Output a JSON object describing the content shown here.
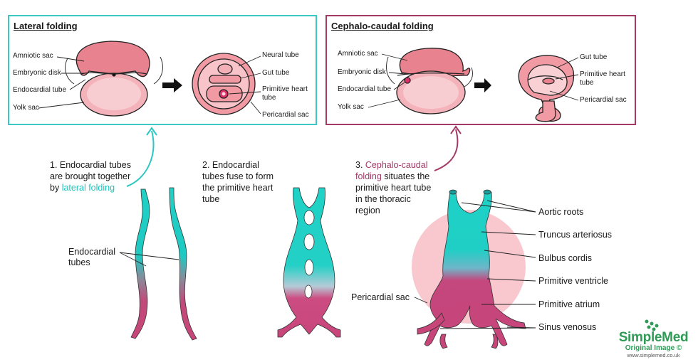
{
  "lateral": {
    "title": "Lateral folding",
    "labels": [
      "Amniotic sac",
      "Embryonic disk",
      "Endocardial tube",
      "Yolk sac"
    ],
    "right_labels": [
      "Neural tube",
      "Gut tube",
      "Primitive heart",
      "tube",
      "Pericardial sac"
    ]
  },
  "cephalo": {
    "title": "Cephalo-caudal folding",
    "labels": [
      "Amniotic sac",
      "Embryonic disk",
      "Endocardial tube",
      "Yolk sac"
    ],
    "right_labels": [
      "Gut tube",
      "Primitive heart",
      "tube",
      "Pericardial sac"
    ]
  },
  "steps": {
    "s1_line1": "1. Endocardial tubes",
    "s1_line2": "are brought together",
    "s1_prefix": "by ",
    "s1_highlight": "lateral folding",
    "s2_line1": "2. Endocardial",
    "s2_line2": "tubes fuse to form",
    "s2_line3": "the primitive heart",
    "s2_line4": "tube",
    "s3_prefix": "3. ",
    "s3_highlight1": "Cephalo-caudal",
    "s3_highlight2": "folding",
    "s3_rest1": " situates the",
    "s3_line3": "primitive heart tube",
    "s3_line4": "in the thoracic",
    "s3_line5": "region"
  },
  "endocardial": {
    "line1": "Endocardial",
    "line2": "tubes"
  },
  "heart_labels": {
    "aortic": "Aortic roots",
    "truncus": "Truncus arteriosus",
    "bulbus": "Bulbus cordis",
    "ventricle": "Primitive ventricle",
    "atrium": "Primitive atrium",
    "sinus": "Sinus venosus",
    "pericardial": "Pericardial sac"
  },
  "logo": {
    "name": "SimpleMed",
    "sub": "Original Image ©",
    "url": "www.simplemed.co.uk"
  },
  "colors": {
    "teal": "#1fc3bd",
    "plum": "#a33a65",
    "pink": "#f4a3b0",
    "magenta": "#c84a78"
  }
}
